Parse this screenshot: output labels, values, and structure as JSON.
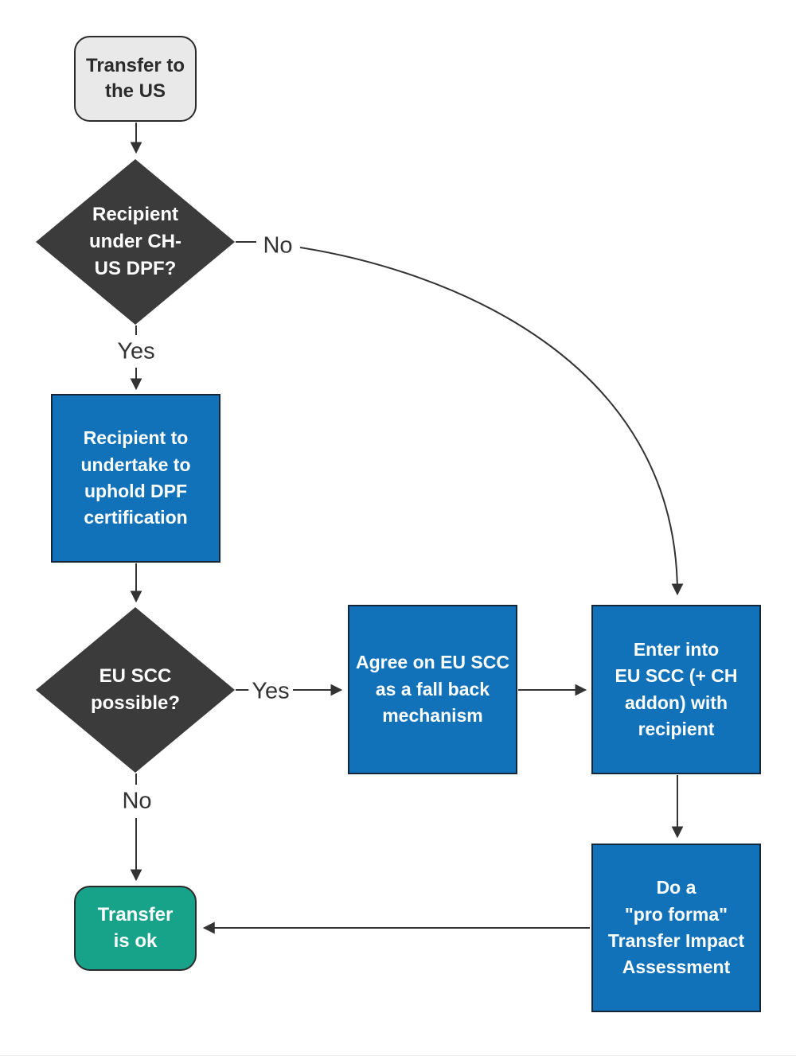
{
  "flowchart": {
    "background": "#ffffff",
    "line_color": "#333333",
    "nodes": {
      "start": {
        "label": "Transfer to\nthe US",
        "shape": "rounded-terminator",
        "fill": "#e9e9e9",
        "text_color": "#2b2b2b"
      },
      "decision_dpf": {
        "label": "Recipient\nunder CH-\nUS DPF?",
        "shape": "diamond",
        "fill": "#3b3b3b",
        "text_color": "#ffffff"
      },
      "undertake_dpf": {
        "label": "Recipient to\nundertake to\nuphold DPF\ncertification",
        "shape": "process",
        "fill": "#1172b9",
        "text_color": "#ffffff"
      },
      "decision_scc": {
        "label": "EU SCC\npossible?",
        "shape": "diamond",
        "fill": "#3b3b3b",
        "text_color": "#ffffff"
      },
      "agree_scc": {
        "label": "Agree on EU SCC\nas a fall back\nmechanism",
        "shape": "process",
        "fill": "#1172b9",
        "text_color": "#ffffff"
      },
      "enter_scc": {
        "label": "Enter into\nEU SCC (+ CH\naddon) with\nrecipient",
        "shape": "process",
        "fill": "#1172b9",
        "text_color": "#ffffff"
      },
      "tia": {
        "label": "Do a\n\"pro forma\"\nTransfer Impact\nAssessment",
        "shape": "process",
        "fill": "#1172b9",
        "text_color": "#ffffff"
      },
      "ok": {
        "label": "Transfer\nis ok",
        "shape": "rounded-terminator",
        "fill": "#17a389",
        "text_color": "#ffffff"
      }
    },
    "edge_labels": {
      "dpf_no": "No",
      "dpf_yes": "Yes",
      "scc_yes": "Yes",
      "scc_no": "No"
    }
  }
}
